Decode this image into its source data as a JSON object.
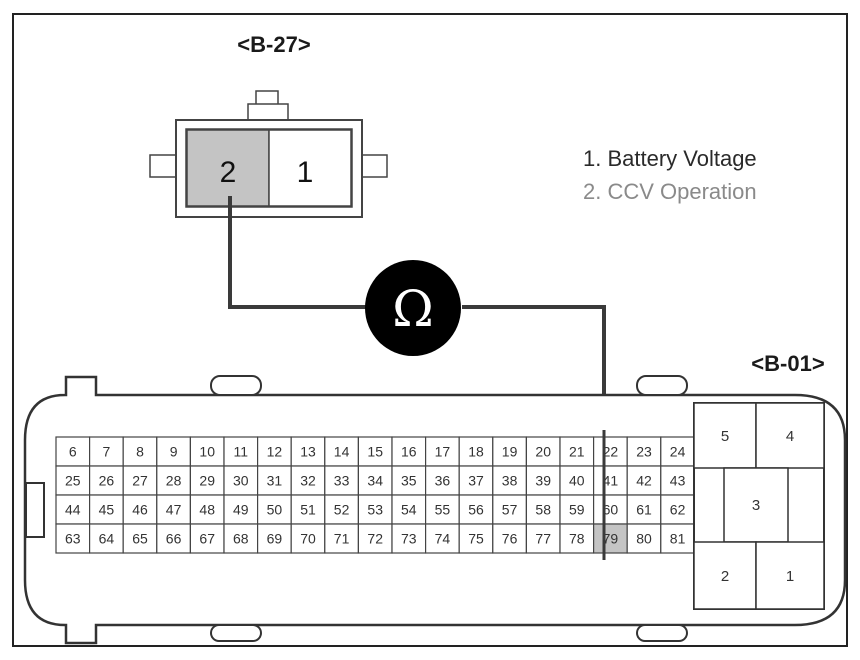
{
  "connector_b27": {
    "label": "<B-27>",
    "pins": [
      {
        "num": "2",
        "highlight": true
      },
      {
        "num": "1",
        "highlight": false
      }
    ]
  },
  "legend": [
    {
      "text": "1. Battery Voltage"
    },
    {
      "text": "2. CCV Operation"
    }
  ],
  "meter": {
    "symbol": "Ω",
    "icon": "ohmmeter-icon"
  },
  "connector_b01": {
    "label": "<B-01>",
    "highlight_pin": "79",
    "signal_rows": [
      [
        "6",
        "7",
        "8",
        "9",
        "10",
        "11",
        "12",
        "13",
        "14",
        "15",
        "16",
        "17",
        "18",
        "19",
        "20",
        "21",
        "22",
        "23",
        "24"
      ],
      [
        "25",
        "26",
        "27",
        "28",
        "29",
        "30",
        "31",
        "32",
        "33",
        "34",
        "35",
        "36",
        "37",
        "38",
        "39",
        "40",
        "41",
        "42",
        "43"
      ],
      [
        "44",
        "45",
        "46",
        "47",
        "48",
        "49",
        "50",
        "51",
        "52",
        "53",
        "54",
        "55",
        "56",
        "57",
        "58",
        "59",
        "60",
        "61",
        "62"
      ],
      [
        "63",
        "64",
        "65",
        "66",
        "67",
        "68",
        "69",
        "70",
        "71",
        "72",
        "73",
        "74",
        "75",
        "76",
        "77",
        "78",
        "79",
        "80",
        "81"
      ]
    ],
    "power_pins": {
      "p5": "5",
      "p4": "4",
      "p3": "3",
      "p2": "2",
      "p1": "1"
    }
  },
  "colors": {
    "line": "#3a3a3a",
    "pin_highlight": "#c4c4c4",
    "meter_fill": "#000000",
    "meter_symbol": "#ffffff"
  }
}
